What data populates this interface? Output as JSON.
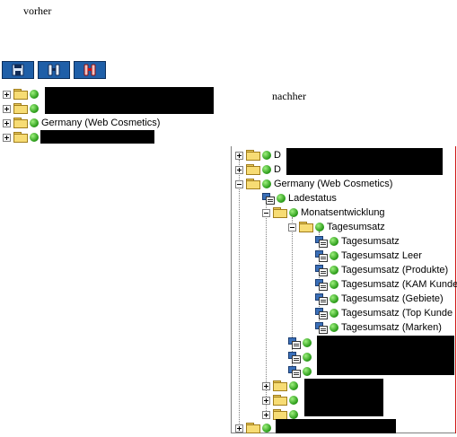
{
  "captions": {
    "before": "vorher",
    "after": "nachher"
  },
  "toolbar": {
    "buttons": [
      {
        "icon": "save-icon"
      },
      {
        "icon": "binoculars-icon"
      },
      {
        "icon": "binoculars-red-icon"
      }
    ]
  },
  "before_tree": {
    "items": [
      {
        "label": "",
        "expander": "plus"
      },
      {
        "label": "",
        "expander": "plus"
      },
      {
        "label": "Germany (Web Cosmetics)",
        "expander": "plus"
      },
      {
        "label": "",
        "expander": "plus"
      }
    ]
  },
  "after_tree": {
    "root_items": [
      {
        "label": "D",
        "expander": "plus"
      },
      {
        "label": "D",
        "expander": "plus"
      }
    ],
    "germany": {
      "label": "Germany (Web Cosmetics)",
      "expander": "minus",
      "ladestatus": "Ladestatus",
      "monatsentwicklung": "Monatsentwicklung",
      "tagesumsatz_folder": "Tagesumsatz",
      "reports": [
        "Tagesumsatz",
        "Tagesumsatz Leer",
        "Tagesumsatz (Produkte)",
        "Tagesumsatz (KAM Kunde",
        "Tagesumsatz (Gebiete)",
        "Tagesumsatz (Top Kunde",
        "Tagesumsatz (Marken)"
      ]
    }
  },
  "colors": {
    "toolbar_button": "#1f5fa8",
    "status_green": "#2d9e1b",
    "folder_yellow": "#f7dc74",
    "edge_red": "#d01010"
  }
}
